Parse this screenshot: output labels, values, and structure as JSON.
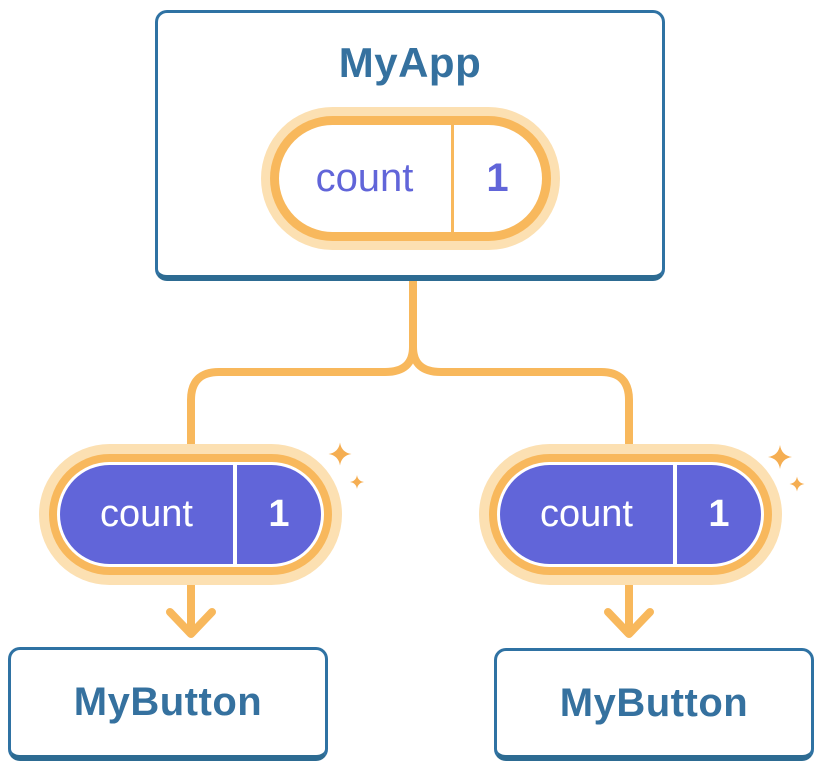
{
  "tree": {
    "root": {
      "name": "MyApp",
      "state": {
        "label": "count",
        "value": "1"
      },
      "highlighted": true
    },
    "children": [
      {
        "name": "MyButton",
        "state": {
          "label": "count",
          "value": "1"
        },
        "highlighted": true
      },
      {
        "name": "MyButton",
        "state": {
          "label": "count",
          "value": "1"
        },
        "highlighted": true
      }
    ]
  },
  "colors": {
    "background": "#ffffff",
    "card_border": "#2f72a3",
    "card_border_bottom": "#2d6b92",
    "card_text": "#35719f",
    "state_purple": "#6165d9",
    "accent_orange": "#f8b85c",
    "accent_orange_halo": "#fce0b2",
    "sparkle": "#f5ae52"
  }
}
